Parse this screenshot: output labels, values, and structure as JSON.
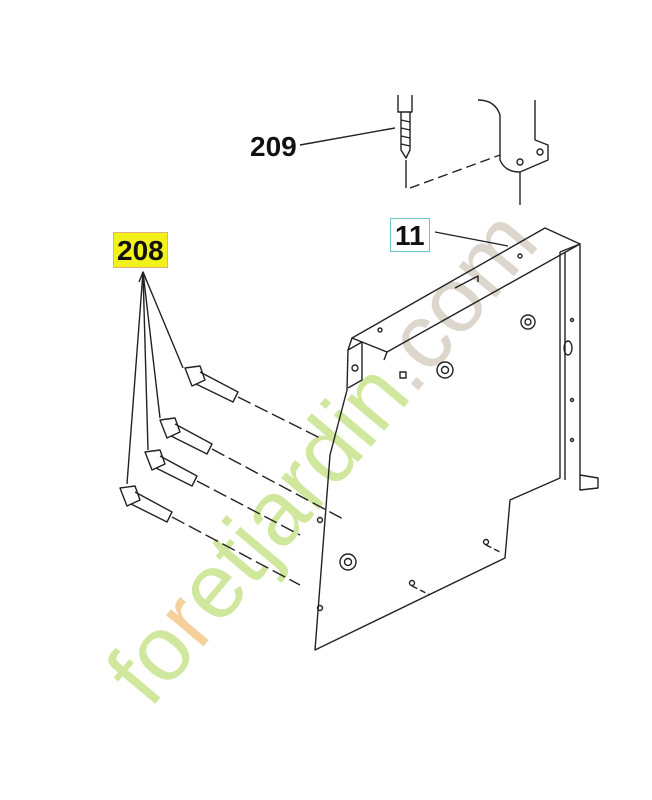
{
  "diagram": {
    "callouts": [
      {
        "label": "209",
        "highlight": "none"
      },
      {
        "label": "208",
        "highlight": "#f2f21a"
      },
      {
        "label": "11",
        "highlight": "#6cc6c8"
      }
    ]
  },
  "watermark": {
    "text": "foretjardin.com",
    "colors": [
      "#c8e38e",
      "#f3c98a",
      "#d6cfc4"
    ]
  }
}
